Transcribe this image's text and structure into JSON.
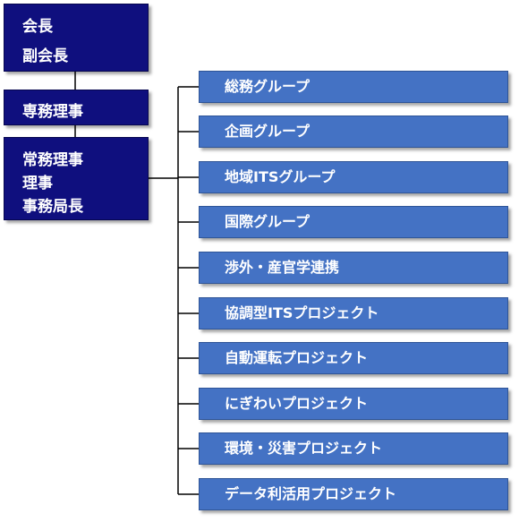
{
  "executives": [
    {
      "lines": [
        "会長",
        "副会長"
      ]
    },
    {
      "lines": [
        "専務理事"
      ]
    },
    {
      "lines": [
        "常務理事",
        "理事",
        "事務局長"
      ]
    }
  ],
  "groups": [
    "総務グループ",
    "企画グループ",
    "地域ITSグループ",
    "国際グループ",
    "渉外・産官学連携",
    "協調型ITSプロジェクト",
    "自動運転プロジェクト",
    "にぎわいプロジェクト",
    "環境・災害プロジェクト",
    "データ利活用プロジェクト"
  ],
  "colors": {
    "executive_fill": "#0f0f7e",
    "group_fill": "#4472c4",
    "connector": "#000000",
    "text": "#ffffff"
  }
}
